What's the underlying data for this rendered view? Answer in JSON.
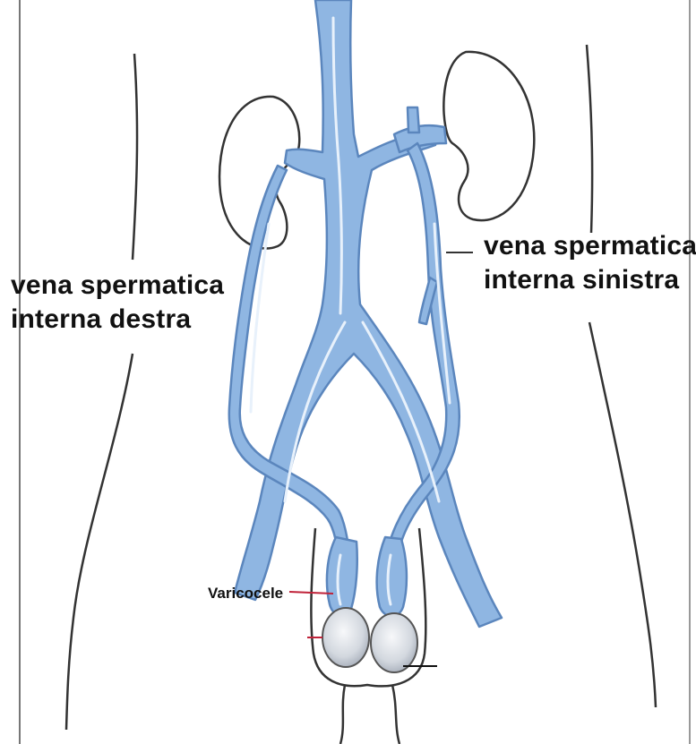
{
  "labels": {
    "right_vein_line1": "vena spermatica",
    "right_vein_line2": "interna destra",
    "left_vein_line1": "vena spermatica",
    "left_vein_line2": "interna sinistra",
    "varicocele": "Varicocele"
  },
  "colors": {
    "vein_fill": "#8fb6e2",
    "vein_stroke": "#5b86bd",
    "vein_highlight": "#e8f1fb",
    "outline": "#333333",
    "pointer_red": "#c0233a",
    "testis": "#d9dde3"
  }
}
